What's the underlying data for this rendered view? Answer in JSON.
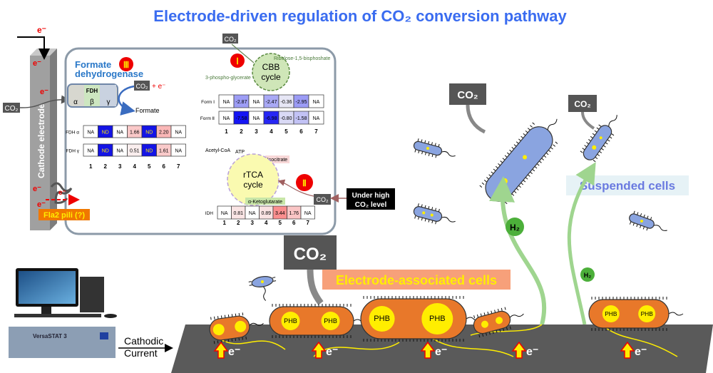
{
  "title": "Electrode-driven regulation of CO₂ conversion pathway",
  "colors": {
    "title": "#3a6cf0",
    "nd": "#1414e6",
    "electrode": "#a0a0a0",
    "slab": "#5a5a5a",
    "cell_orange": "#e8782a",
    "cell_blue": "#8aa4e0",
    "phb": "#ffee00",
    "h2": "#7fc97f",
    "label_orange": "#f7a07a"
  },
  "electrode": {
    "label": "Cathode electrode",
    "e_minus": "e⁻",
    "co2": "CO₂",
    "pili": "Fla2 pili (?)"
  },
  "inset": {
    "fdh": {
      "title_line1": "Formate",
      "title_line2": "dehydrogenase",
      "numeral": "Ⅲ",
      "complex": "FDH",
      "subunits": [
        "α",
        "β",
        "γ"
      ],
      "co2": "CO₂",
      "plus_e": "+ e⁻",
      "product": "Formate"
    },
    "fdh_table": {
      "rows": [
        {
          "label": "FDH α",
          "values": [
            "NA",
            "ND",
            "NA",
            "1.66",
            "ND",
            "2.20",
            "NA"
          ]
        },
        {
          "label": "FDH γ",
          "values": [
            "NA",
            "ND",
            "NA",
            "0.51",
            "ND",
            "1.61",
            "NA"
          ]
        }
      ],
      "columns": [
        "1",
        "2",
        "3",
        "4",
        "5",
        "6",
        "7"
      ]
    },
    "cbb": {
      "numeral": "Ⅰ",
      "co2": "CO₂",
      "cycle_line1": "CBB",
      "cycle_line2": "cycle",
      "ribulose": "Ribulose-1,5-bisphoshate",
      "pga": "3-phospho-glycerate"
    },
    "cbb_table": {
      "rows": [
        {
          "label": "Form Ⅰ",
          "values": [
            "NA",
            "-2.87",
            "NA",
            "-2.47",
            "-0.36",
            "-2.95",
            "NA"
          ]
        },
        {
          "label": "Form Ⅱ",
          "values": [
            "NA",
            "-7.58",
            "NA",
            "-6.98",
            "-0.80",
            "-1.58",
            "NA"
          ]
        }
      ],
      "columns": [
        "1",
        "2",
        "3",
        "4",
        "5",
        "6",
        "7"
      ]
    },
    "rtca": {
      "numeral": "Ⅱ",
      "acetyl": "Acetyl-CoA",
      "atp": "ATP",
      "isocitrate": "Isocitrate",
      "cycle_line1": "rTCA",
      "cycle_line2": "cycle",
      "akg": "α-Ketoglutarate",
      "co2": "CO₂"
    },
    "idh_table": {
      "rows": [
        {
          "label": "IDH",
          "values": [
            "NA",
            "0.81",
            "NA",
            "0.89",
            "3.44",
            "1.76",
            "NA"
          ]
        }
      ],
      "columns": [
        "1",
        "2",
        "3",
        "4",
        "5",
        "6",
        "7"
      ]
    }
  },
  "condition": {
    "line1": "Under high",
    "line2": "CO₂ level"
  },
  "suspended": {
    "label": "Suspended cells",
    "co2_a": "CO₂",
    "co2_b": "CO₂",
    "h2_a": "H₂",
    "h2_b": "H₂"
  },
  "associated": {
    "label": "Electrode-associated cells",
    "co2": "CO₂",
    "phb": "PHB",
    "e_minus": "e⁻"
  },
  "potentiostat": {
    "brand": "VersaSTAT 3",
    "current_line1": "Cathodic",
    "current_line2": "Current"
  }
}
